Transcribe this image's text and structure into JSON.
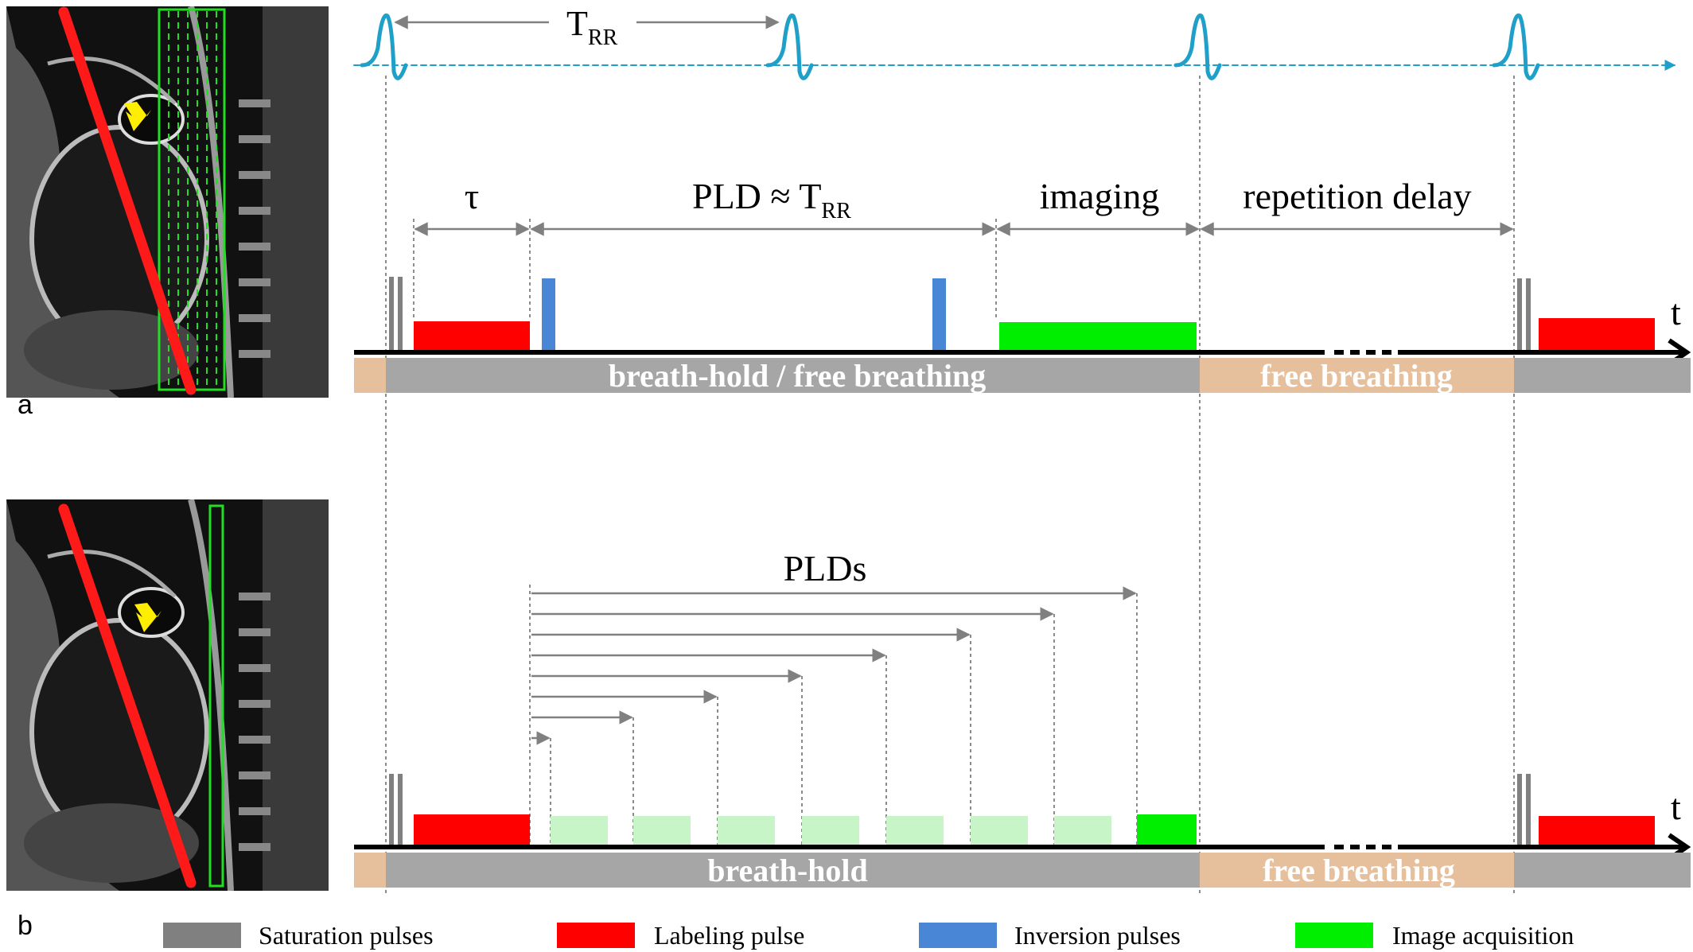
{
  "colors": {
    "saturation": "#808080",
    "labeling": "#ff0000",
    "inversion": "#4a86d6",
    "acquisition": "#00ee00",
    "acquisition_light": "#c8f5c8",
    "breathhold_bar": "#a6a6a6",
    "freebreathing_bar": "#e6bf9c",
    "ecg": "#1ea0c8"
  },
  "panel_a": {
    "label": "a",
    "trr_T": "T",
    "trr_sub": "RR",
    "tau": "τ",
    "pld_main": "PLD ≈ T",
    "pld_sub": "RR",
    "imaging": "imaging",
    "repetition_delay": "repetition delay",
    "t_axis": "t",
    "bar_breath_hold": "breath-hold / free breathing",
    "bar_free_breathing": "free breathing"
  },
  "panel_b": {
    "label": "b",
    "plds": "PLDs",
    "t_axis": "t",
    "bar_breath_hold": "breath-hold",
    "bar_free_breathing": "free breathing"
  },
  "legend": [
    {
      "label": "Saturation pulses",
      "color": "#808080"
    },
    {
      "label": "Labeling pulse",
      "color": "#ff0000"
    },
    {
      "label": "Inversion pulses",
      "color": "#4a86d6"
    },
    {
      "label": "Image acquisition",
      "color": "#00ee00"
    }
  ]
}
